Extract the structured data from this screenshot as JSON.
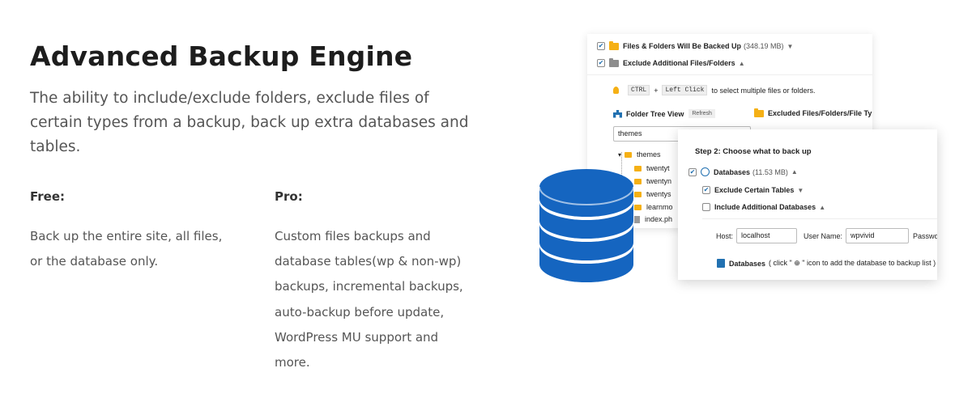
{
  "hero": {
    "title": "Advanced Backup Engine",
    "description": "The ability to include/exclude folders, exclude files of certain types from a backup, back up extra databases and tables."
  },
  "free": {
    "heading": "Free:",
    "text": "Back up the entire site, all files, or the database only."
  },
  "pro": {
    "heading": "Pro:",
    "text": "Custom files backups and database tables(wp & non-wp) backups, incremental backups, auto-backup before update, WordPress MU support and more."
  },
  "back_panel": {
    "files_folders_label": "Files & Folders Will Be Backed Up",
    "files_folders_size": "(348.19 MB)",
    "exclude_label": "Exclude Additional Files/Folders",
    "hint_key1": "CTRL",
    "hint_plus": "+",
    "hint_key2": "Left Click",
    "hint_text": "to select multiple files or folders.",
    "tree_view_label": "Folder Tree View",
    "refresh_label": "Refresh",
    "excluded_label": "Excluded Files/Folders/File Types",
    "path_value": "themes",
    "tree": {
      "root": "themes",
      "items": [
        "twentyt",
        "twentyn",
        "twentys",
        "learnmo",
        "index.ph"
      ]
    }
  },
  "front_panel": {
    "step_title": "Step 2: Choose what to back up",
    "databases_label": "Databases",
    "databases_size": "(11.53 MB)",
    "exclude_tables_label": "Exclude Certain Tables",
    "include_db_label": "Include Additional Databases",
    "host_label": "Host:",
    "host_value": "localhost",
    "user_label": "User Name:",
    "user_value": "wpvivid",
    "password_label": "Password:",
    "db_note_title": "Databases",
    "db_note_text": "( click \" ⊕ \" icon to add the database to backup list )"
  },
  "colors": {
    "accent": "#2271b1",
    "db_blue": "#1565c0",
    "folder": "#f5b015"
  }
}
